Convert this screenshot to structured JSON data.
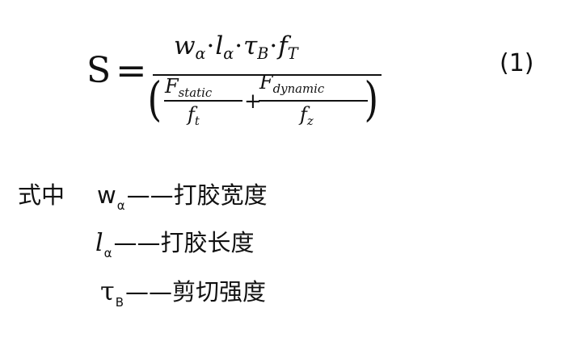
{
  "equation": {
    "lhs": "S",
    "equals": "=",
    "numerator": [
      {
        "sym": "w",
        "sub": "α"
      },
      {
        "sym": "l",
        "sub": "α"
      },
      {
        "sym": "τ",
        "sub": "B"
      },
      {
        "sym": "f",
        "sub": "T"
      }
    ],
    "separator": "·",
    "paren_left": "(",
    "paren_right": ")",
    "term1": {
      "num": "F",
      "num_sub": "static",
      "den": "f",
      "den_sub": "t"
    },
    "plus": "+",
    "term2": {
      "num": "F",
      "num_sub": "dynamic",
      "den": "f",
      "den_sub": "z"
    },
    "number": "(1)"
  },
  "legend": {
    "prefix": "式中",
    "dash": "——",
    "items": [
      {
        "symbol": "w",
        "sub": "α",
        "desc": "打胶宽度"
      },
      {
        "symbol": "l",
        "sub": "α",
        "desc": "打胶长度"
      },
      {
        "symbol": "τ",
        "sub": "B",
        "desc": "剪切强度"
      }
    ]
  }
}
